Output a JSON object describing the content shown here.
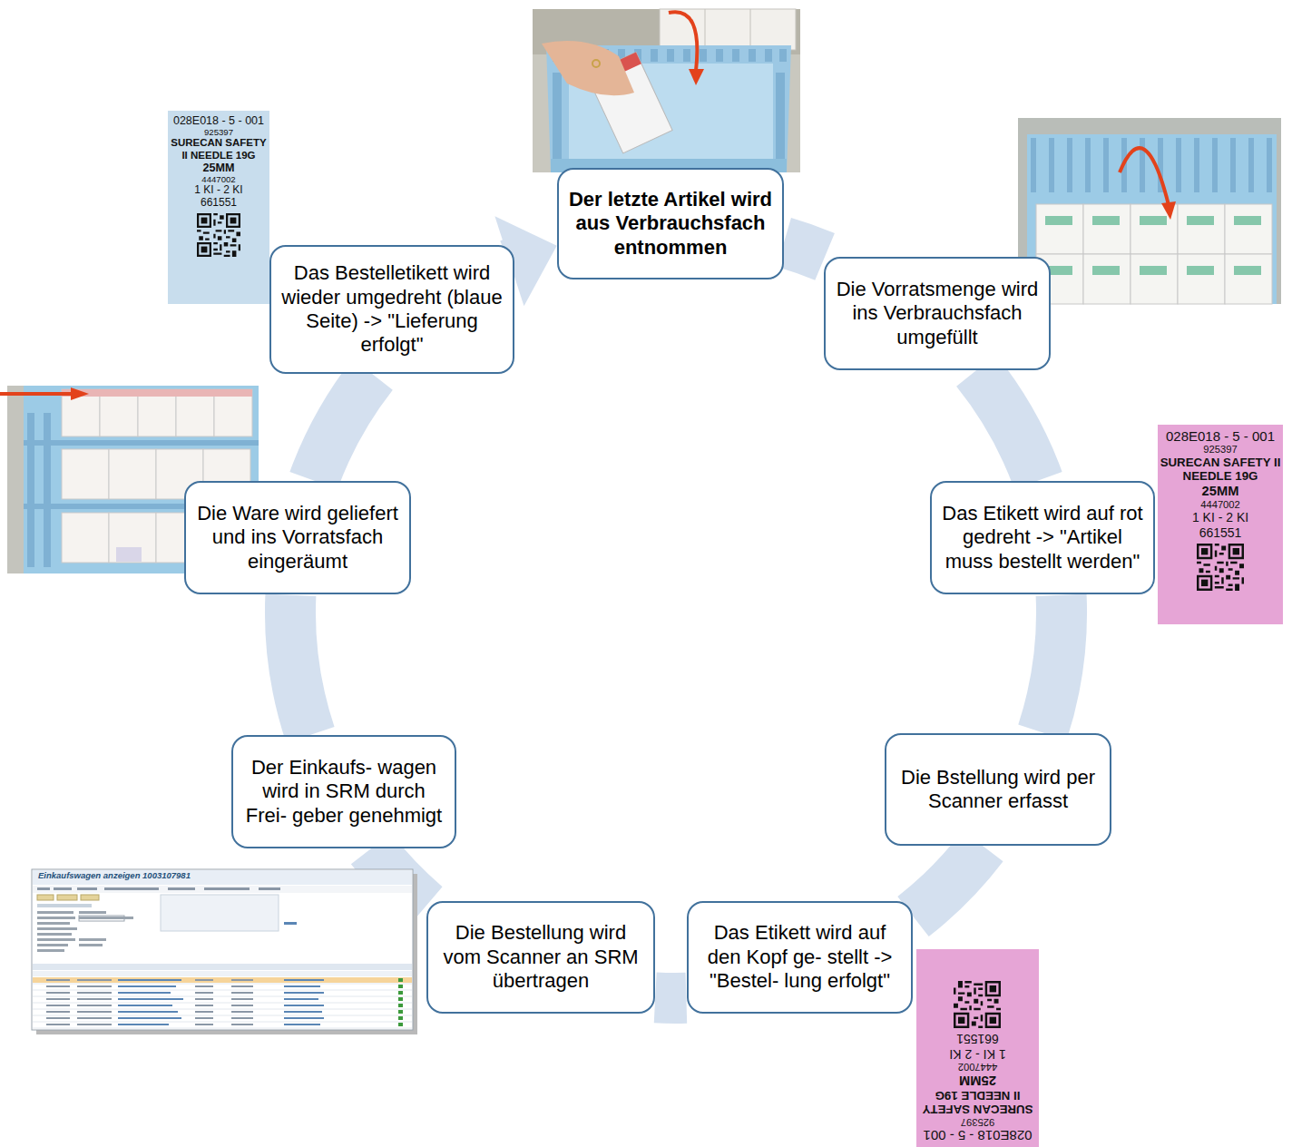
{
  "diagram": {
    "nodes": [
      {
        "text": [
          "Der letzte Artikel wird aus Verbrauchsfach entnommen"
        ]
      },
      {
        "text": [
          "Die Vorratsmenge wird ins Verbrauchsfach umgefüllt"
        ]
      },
      {
        "text": [
          "Das Etikett wird auf rot gedreht -> \"Artikel muss bestellt werden\""
        ]
      },
      {
        "text": [
          "Die Bstellung wird per Scanner erfasst"
        ]
      },
      {
        "text": [
          "Das Etikett wird auf den Kopf ge- stellt -> \"Bestel- lung erfolgt\""
        ]
      },
      {
        "text": [
          "Die Bestellung wird vom Scanner an SRM übertragen"
        ]
      },
      {
        "text": [
          "Der Einkaufs- wagen wird in SRM durch Frei- geber genehmigt"
        ]
      },
      {
        "text": [
          "Die Ware wird geliefert und ins Vorratsfach eingeräumt"
        ]
      },
      {
        "text": [
          "Das Bestelletikett wird wieder umgedreht (blaue Seite) -> \"Lieferung erfolgt\""
        ]
      }
    ],
    "edges": [
      {
        "from": 0,
        "to": 1,
        "arrow": "none"
      },
      {
        "from": 1,
        "to": 2,
        "arrow": "none"
      },
      {
        "from": 2,
        "to": 3,
        "arrow": "none"
      },
      {
        "from": 3,
        "to": 4,
        "arrow": "none"
      },
      {
        "from": 4,
        "to": 5,
        "arrow": "none"
      },
      {
        "from": 5,
        "to": 6,
        "arrow": "none"
      },
      {
        "from": 6,
        "to": 7,
        "arrow": "none"
      },
      {
        "from": 7,
        "to": 8,
        "arrow": "none"
      },
      {
        "from": 8,
        "to": 0,
        "arrow": "to"
      }
    ],
    "labels": [
      "028E018 - 5 - 001",
      "925397",
      "SURECAN SAFETY II NEEDLE 19G",
      "25MM",
      "4447002",
      "1 KI - 2 KI",
      "661551",
      "028E018 - 5 - 001",
      "925397",
      "SURECAN SAFETY II NEEDLE 19G",
      "25MM",
      "4447002",
      "1 KI - 2 KI",
      "661551",
      "028E018 - 5 - 001",
      "925397",
      "SURECAN SAFETY II NEEDLE 19G",
      "25MM",
      "4447002",
      "1 KI - 2 KI",
      "661551",
      "Einkaufswagen anzeigen 1003107981"
    ]
  }
}
